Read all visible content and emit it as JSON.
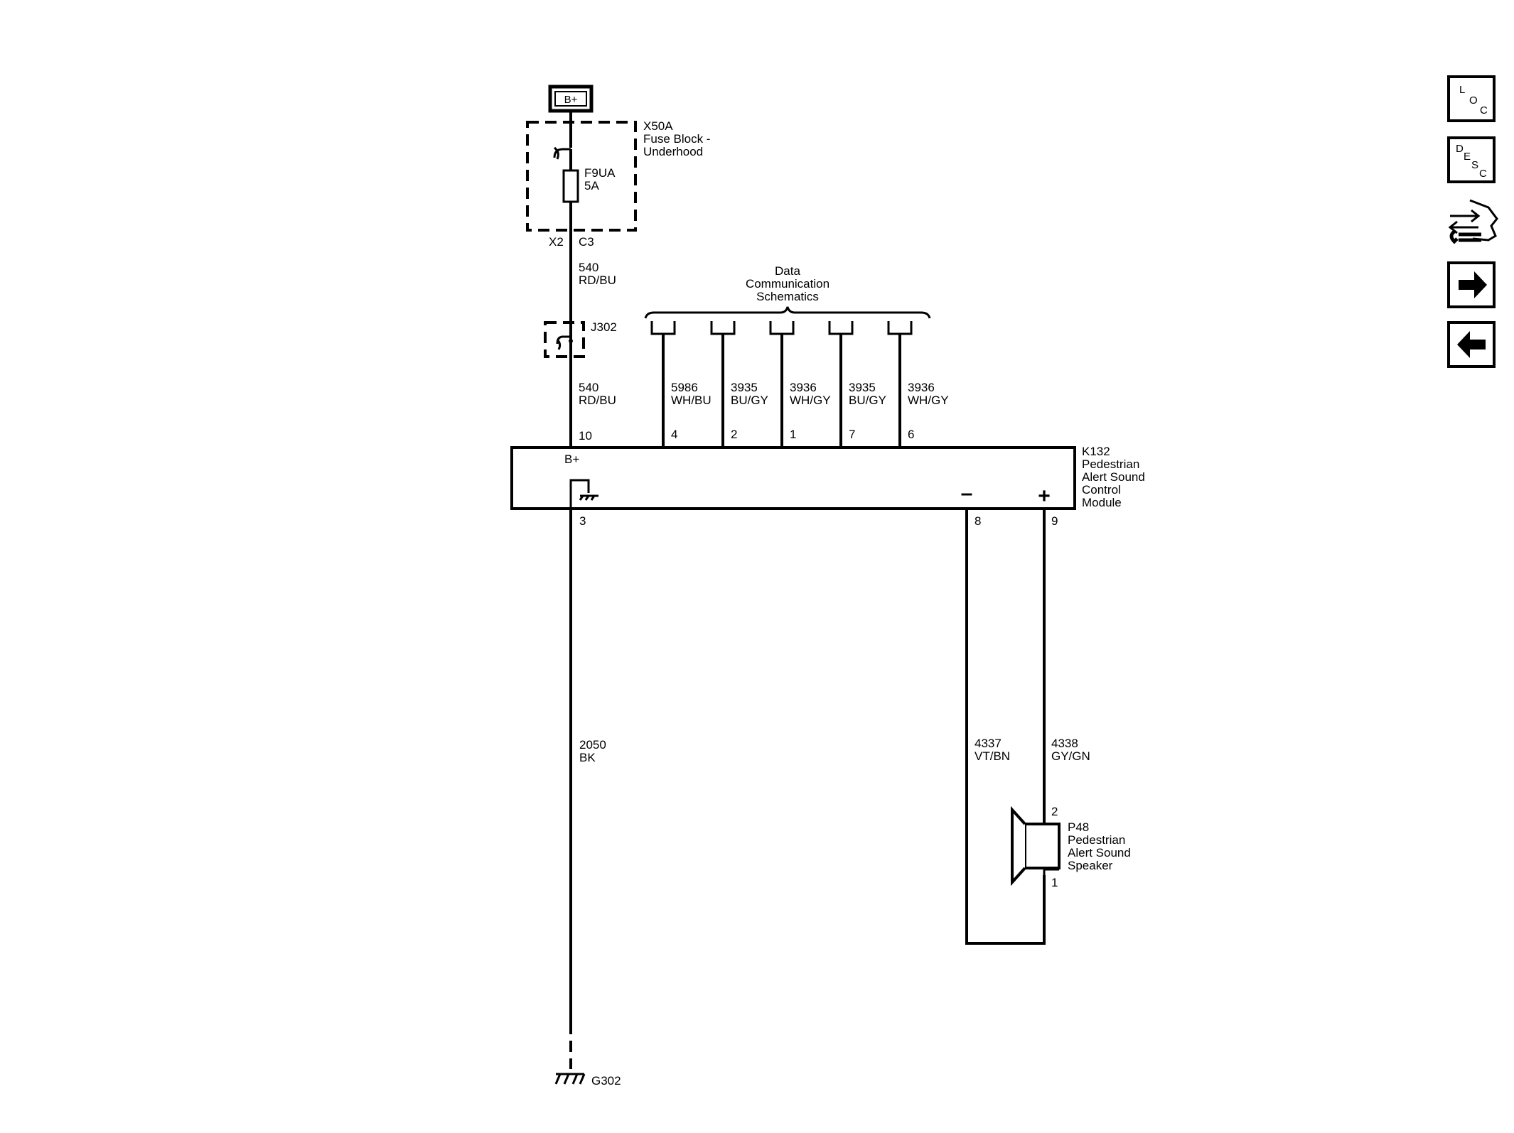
{
  "power": {
    "label": "B+"
  },
  "fuse_block": {
    "ref": "X50A",
    "name_line1": "Fuse Block -",
    "name_line2": "Underhood",
    "fuse_ref": "F9UA",
    "fuse_rating": "5A",
    "connector": "X2",
    "pin": "C3"
  },
  "splice": {
    "ref": "J302"
  },
  "wire_540_upper": {
    "circuit": "540",
    "color": "RD/BU"
  },
  "wire_540_lower": {
    "circuit": "540",
    "color": "RD/BU"
  },
  "data_comm": {
    "line1": "Data",
    "line2": "Communication",
    "line3": "Schematics"
  },
  "comm_wires": [
    {
      "circuit": "5986",
      "color": "WH/BU",
      "pin": "4"
    },
    {
      "circuit": "3935",
      "color": "BU/GY",
      "pin": "2"
    },
    {
      "circuit": "3936",
      "color": "WH/GY",
      "pin": "1"
    },
    {
      "circuit": "3935",
      "color": "BU/GY",
      "pin": "7"
    },
    {
      "circuit": "3936",
      "color": "WH/GY",
      "pin": "6"
    }
  ],
  "module": {
    "ref": "K132",
    "line1": "Pedestrian",
    "line2": "Alert Sound",
    "line3": "Control",
    "line4": "Module",
    "bplus_label": "B+",
    "bplus_pin": "10",
    "ground_pin": "3",
    "minus_pin": "8",
    "plus_pin": "9",
    "minus_symbol": "–",
    "plus_symbol": "+"
  },
  "ground_wire": {
    "circuit": "2050",
    "color": "BK"
  },
  "ground": {
    "ref": "G302"
  },
  "speaker_wire_minus": {
    "circuit": "4337",
    "color": "VT/BN"
  },
  "speaker_wire_plus": {
    "circuit": "4338",
    "color": "GY/GN"
  },
  "speaker": {
    "ref": "P48",
    "line1": "Pedestrian",
    "line2": "Alert Sound",
    "line3": "Speaker",
    "pin_plus": "2",
    "pin_minus": "1"
  },
  "sidebar": {
    "loc": {
      "l": "L",
      "o": "O",
      "c": "C"
    },
    "desc": {
      "d": "D",
      "e": "E",
      "s": "S",
      "c": "C"
    },
    "icons": [
      "loc-button-icon",
      "desc-button-icon",
      "connector-repair-icon",
      "next-arrow-icon",
      "previous-arrow-icon"
    ]
  }
}
